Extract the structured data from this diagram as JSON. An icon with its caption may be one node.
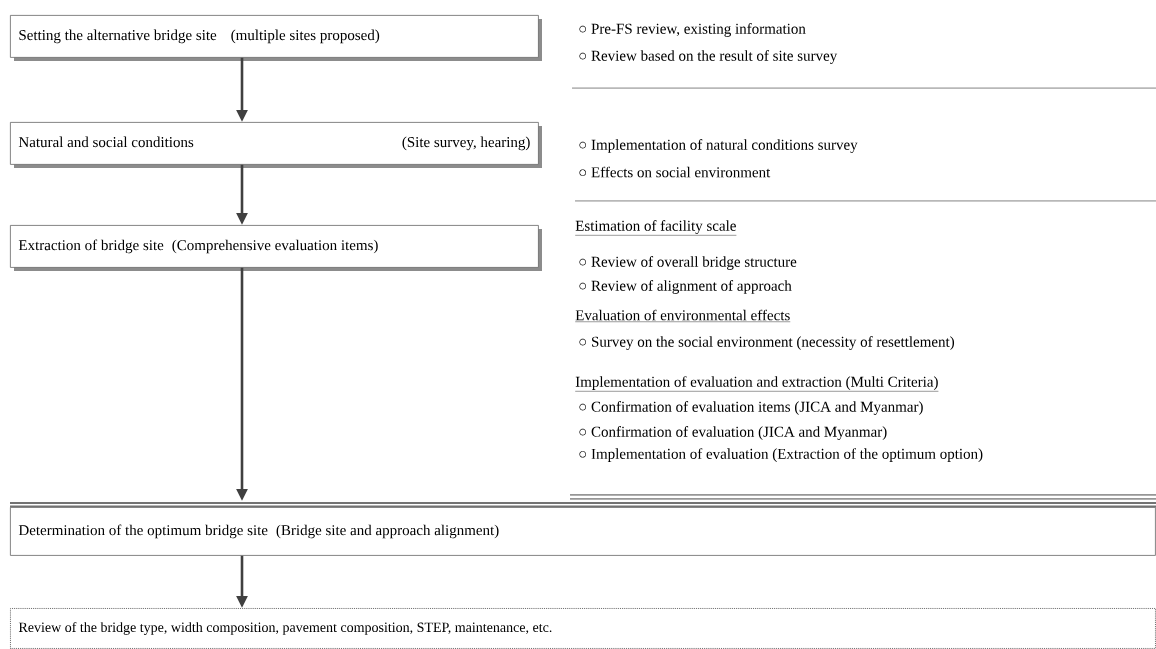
{
  "diagram": {
    "nodes": [
      {
        "text": [
          "Setting the alternative bridge site",
          "(multiple sites proposed)"
        ]
      },
      {
        "text": [
          "Natural and social conditions",
          "(Site survey, hearing)"
        ]
      },
      {
        "text": [
          "Extraction of bridge site",
          "(Comprehensive evaluation items)"
        ]
      },
      {
        "text": [
          "Determination of the optimum bridge site",
          "(Bridge site and approach alignment)"
        ]
      },
      {
        "text": [
          "Review of the bridge type, width composition, pavement composition, STEP, maintenance, etc."
        ]
      }
    ],
    "edges": [
      {
        "from": 0,
        "to": 1,
        "arrow": "to"
      },
      {
        "from": 1,
        "to": 2,
        "arrow": "to"
      },
      {
        "from": 2,
        "to": 3,
        "arrow": "to"
      },
      {
        "from": 3,
        "to": 4,
        "arrow": "to"
      }
    ],
    "labels": [
      "○ Pre-FS review, existing information",
      "○ Review based on the result of site survey",
      "○ Implementation of natural conditions survey",
      "○ Effects on social environment",
      "Estimation of facility scale",
      "○ Review of overall bridge structure",
      "○ Review of alignment of approach",
      "Evaluation of environmental effects",
      "○ Survey on the social environment (necessity of resettlement)",
      "Implementation of evaluation and extraction (Multi Criteria)",
      "○ Confirmation of evaluation items (JICA and Myanmar)",
      "○ Confirmation of evaluation (JICA and Myanmar)",
      "○ Implementation of evaluation (Extraction of the optimum option)"
    ]
  }
}
